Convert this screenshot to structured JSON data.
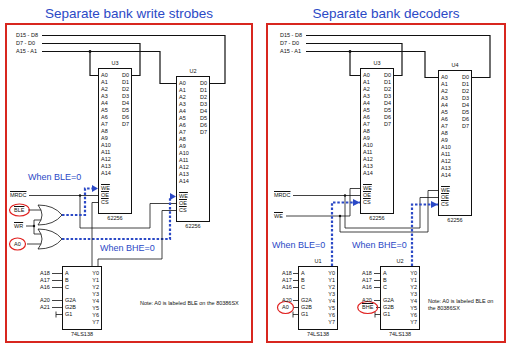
{
  "diagram": {
    "nodes": [
      {
        "text": [
          "Separate bank write strobes"
        ]
      },
      {
        "text": [
          "U3",
          "A0 A1 A2 A3 A4 A5 A6 A7 A8 A9 A10 A11 A12 A13 A14",
          "D0 D1 D2 D3 D4 D5 D6 D7",
          "WE OE CS",
          "62256"
        ],
        "in": 0
      },
      {
        "text": [
          "U2",
          "A0 A1 A2 A3 A4 A5 A6 A7 A8 A9 A10 A11 A12 A13 A14",
          "D0 D1 D2 D3 D4 D5 D6 D7",
          "WE OE CS",
          "62256"
        ],
        "in": 0
      },
      {
        "text": [
          "A B C",
          "G2A G2B G1",
          "Y0 Y1 Y2 Y3 Y4 Y5 Y6 Y7",
          "74LS138"
        ],
        "in": 0
      },
      {
        "text": [
          "Separate bank decoders"
        ]
      },
      {
        "text": [
          "U3",
          "A0 A1 A2 A3 A4 A5 A6 A7 A8 A9 A10 A11 A12 A13 A14",
          "D0 D1 D2 D3 D4 D5 D6 D7",
          "WE OE CS",
          "62256"
        ],
        "in": 4
      },
      {
        "text": [
          "U4",
          "A0 A1 A2 A3 A4 A5 A6 A7 A8 A9 A10 A11 A12 A13 A14",
          "D0 D1 D2 D3 D4 D5 D6 D7",
          "WE OE CS",
          "62256"
        ],
        "in": 4
      },
      {
        "text": [
          "U1",
          "A B C",
          "G2A G2B G1",
          "Y0 Y1 Y2 Y3 Y4 Y5 Y6 Y7",
          "74LS138"
        ],
        "in": 4
      },
      {
        "text": [
          "U2",
          "A B C",
          "G2A G2B G1",
          "Y0 Y1 Y2 Y3 Y4 Y5 Y6 Y7",
          "74LS138"
        ],
        "in": 4
      }
    ],
    "edges": [
      {
        "from": 3,
        "to": 1,
        "arrow": "none"
      },
      {
        "from": 3,
        "to": 2,
        "arrow": "none"
      },
      {
        "from": 7,
        "to": 5,
        "arrow": "to"
      },
      {
        "from": 8,
        "to": 6,
        "arrow": "to"
      }
    ],
    "labels": [
      "D15 - D8",
      "D7 - D0",
      "A15 - A1",
      "MRDC",
      "BLE",
      "WR",
      "A0",
      "When BLE=0",
      "When BHE=0",
      "A18",
      "A17",
      "A16",
      "A20",
      "A21",
      "Note: A0 is labeled BLE on the 80386SX",
      "D15 - D8",
      "D7 - D0",
      "A15 - A1",
      "MRDC",
      "WE",
      "When BLE=0",
      "When BHE=0",
      "A18",
      "A17",
      "A16",
      "A20",
      "A0",
      "A18",
      "A17",
      "A16",
      "A20",
      "BHE",
      "Note: A0 is labeled BLE on the 80386SX"
    ]
  }
}
